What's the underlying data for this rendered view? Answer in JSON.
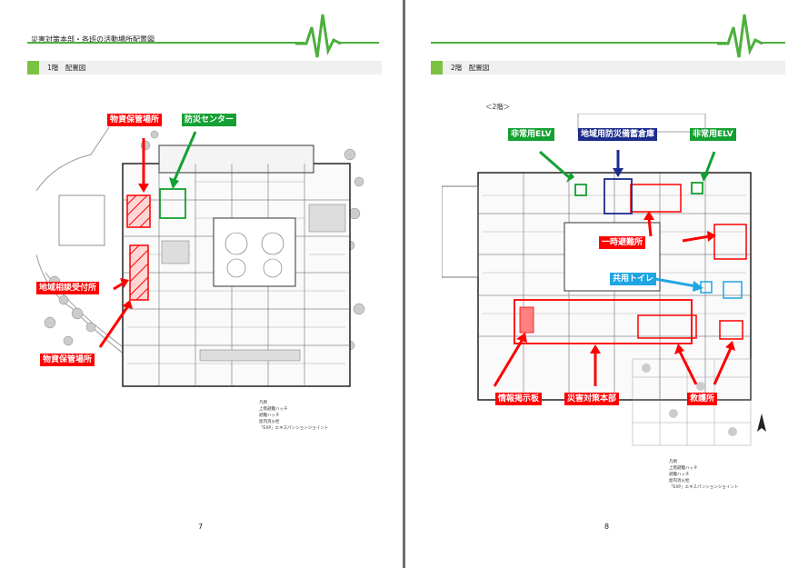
{
  "left_page": {
    "doc_title": "災害対策本部・各班の活動場所配置図",
    "floor_label": "1階　配置図",
    "callouts": {
      "supply_storage_top": "物資保管場所",
      "disaster_center": "防災センター",
      "consultation": "地域相談受付所",
      "supply_storage_bottom": "物資保管場所"
    },
    "legend": {
      "title": "凡例",
      "items": [
        "上階避難ハッチ",
        "避難ハッチ",
        "屋内消火栓",
        "「EXP」エキスパンションジョイント"
      ]
    },
    "page_number": "7"
  },
  "right_page": {
    "floor_label": "2階　配置図",
    "sub_label": "＜2階＞",
    "callouts": {
      "elv_left": "非常用ELV",
      "warehouse": "地域用防災備蓄倉庫",
      "elv_right": "非常用ELV",
      "shelter": "一時避難所",
      "toilet": "共用トイレ",
      "bulletin": "情報掲示板",
      "hq": "災害対策本部",
      "aid": "救護所"
    },
    "legend": {
      "title": "凡例",
      "items": [
        "上階避難ハッチ",
        "避難ハッチ",
        "屋内消火栓",
        "「EXP」エキスパンションジョイント"
      ]
    },
    "compass": "N",
    "page_number": "8"
  },
  "colors": {
    "accent_green": "#4caf3c",
    "floor_box_green": "#7cc242",
    "callout_red": "#ff0000",
    "callout_green": "#14a033",
    "callout_navy": "#1c2c8c",
    "callout_cyan": "#1ea6e3"
  }
}
